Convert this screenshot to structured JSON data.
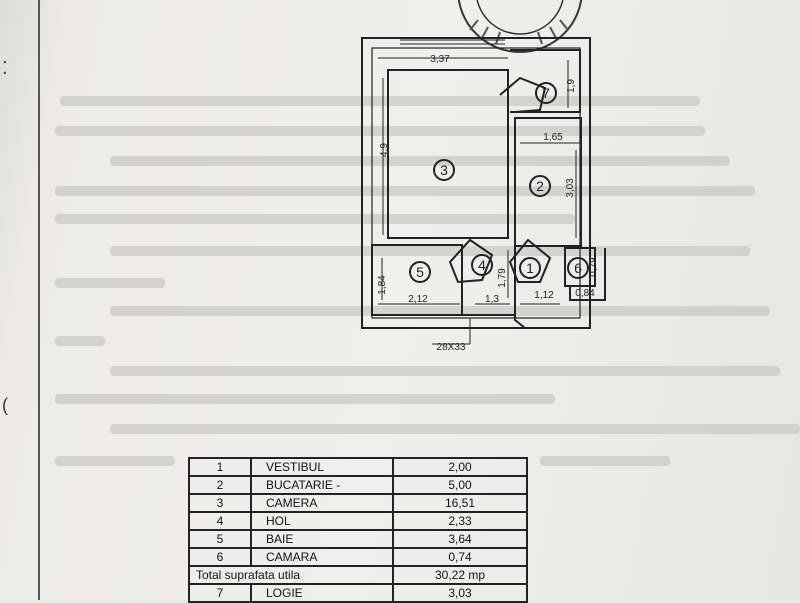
{
  "plan": {
    "dimensions": [
      "3,37",
      "1,9",
      "4,9",
      "1,65",
      "3,03",
      "1,84",
      "2,12",
      "1,3",
      "1,79",
      "1,12",
      "0,79",
      "0,84"
    ],
    "room_numbers": [
      "1",
      "2",
      "3",
      "4",
      "5",
      "6",
      "7"
    ],
    "plot_label": "28X33"
  },
  "area_table": {
    "rows": [
      {
        "nr": "1",
        "name": "VESTIBUL",
        "area": "2,00"
      },
      {
        "nr": "2",
        "name": "BUCATARIE -",
        "area": "5,00"
      },
      {
        "nr": "3",
        "name": "CAMERA",
        "area": "16,51"
      },
      {
        "nr": "4",
        "name": "HOL",
        "area": "2,33"
      },
      {
        "nr": "5",
        "name": "BAIE",
        "area": "3,64"
      },
      {
        "nr": "6",
        "name": "CAMARA",
        "area": "0,74"
      }
    ],
    "total": {
      "label": "Total suprafata utila",
      "value": "30,22 mp"
    },
    "extra": {
      "nr": "7",
      "name": "LOGIE",
      "area": "3,03"
    }
  }
}
